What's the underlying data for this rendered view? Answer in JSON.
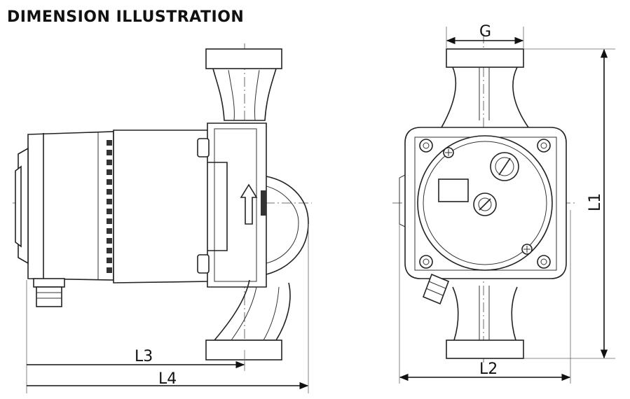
{
  "header": {
    "title": "DIMENSION ILLUSTRATION"
  },
  "dimensions": {
    "g": "G",
    "l1": "L1",
    "l2": "L2",
    "l3": "L3",
    "l4": "L4"
  },
  "colors": {
    "line": "#222222",
    "background": "#ffffff"
  }
}
